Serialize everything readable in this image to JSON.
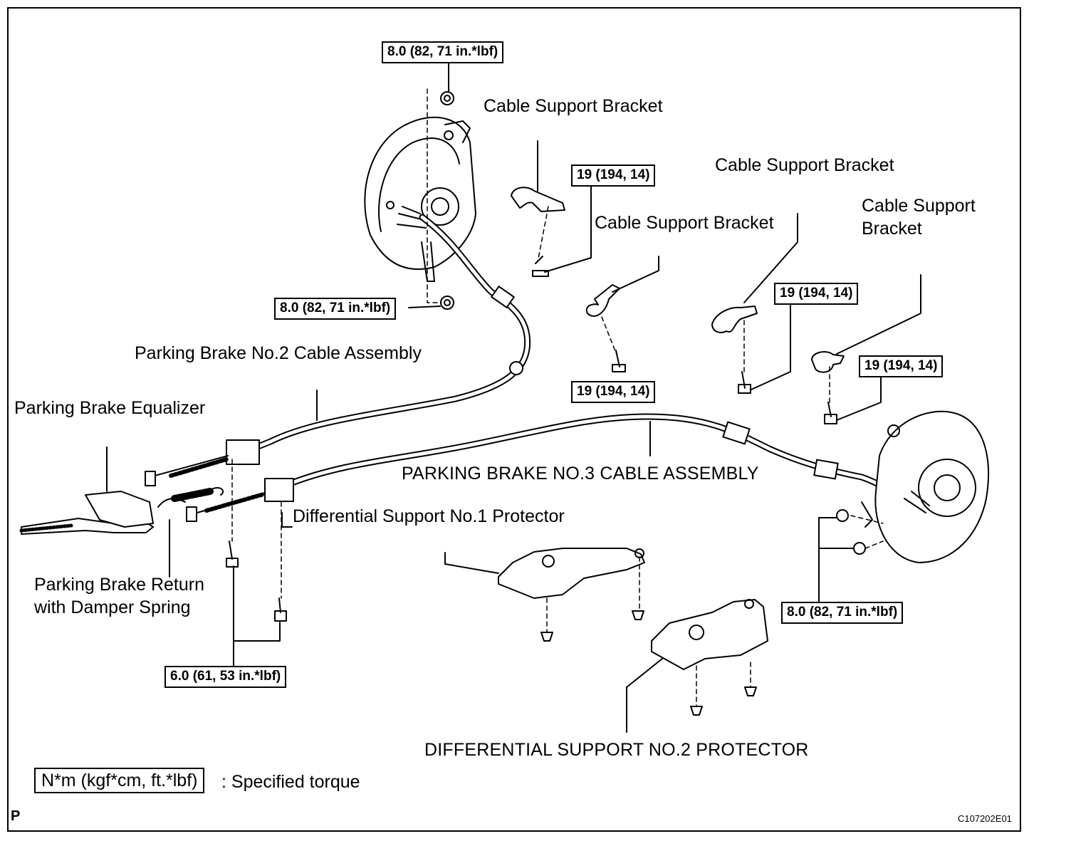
{
  "labels": {
    "cable_support_bracket_1": "Cable Support Bracket",
    "cable_support_bracket_2": "Cable Support Bracket",
    "cable_support_bracket_3": "Cable Support Bracket",
    "cable_support_bracket_4_line1": "Cable Support",
    "cable_support_bracket_4_line2": "Bracket",
    "no2_cable": "Parking Brake No.2 Cable Assembly",
    "equalizer": "Parking Brake Equalizer",
    "no3_cable": "PARKING BRAKE NO.3 CABLE ASSEMBLY",
    "diff_no1_protector": "Differential Support No.1 Protector",
    "return_spring_line1": "Parking Brake Return",
    "return_spring_line2": "with Damper Spring",
    "diff_no2_protector": "DIFFERENTIAL SUPPORT NO.2 PROTECTOR"
  },
  "torques": {
    "top_nut": "8.0 (82, 71 in.*lbf)",
    "lower_nut": "8.0 (82, 71 in.*lbf)",
    "bracket_bolt_a": "19 (194, 14)",
    "bracket_bolt_b": "19 (194, 14)",
    "bracket_bolt_c": "19 (194, 14)",
    "bracket_bolt_d": "19 (194, 14)",
    "right_hub_nuts": "8.0 (82, 71 in.*lbf)",
    "equalizer_bolts": "6.0 (61, 53 in.*lbf)"
  },
  "legend": {
    "unit": "N*m (kgf*cm, ft.*lbf)",
    "meaning": ": Specified torque"
  },
  "corner": {
    "section_mark": "P",
    "figure_code": "C107202E01"
  }
}
